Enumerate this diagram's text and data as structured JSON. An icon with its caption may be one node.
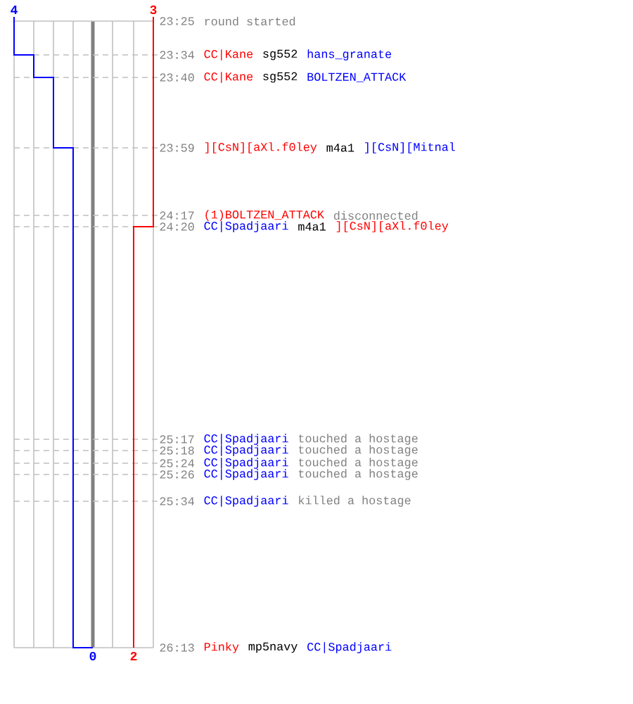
{
  "diagram": {
    "labels": [
      "4",
      "3",
      "23:25",
      "round started",
      "23:34",
      "CC|Kane",
      "sg552",
      "hans_granate",
      "23:40",
      "CC|Kane",
      "sg552",
      "BOLTZEN_ATTACK",
      "23:59",
      "][CsN][aXl.f0ley",
      "m4a1",
      "][CsN][Mitnal",
      "24:17",
      "(1)BOLTZEN_ATTACK",
      "disconnected",
      "24:20",
      "CC|Spadjaari",
      "m4a1",
      "][CsN][aXl.f0ley",
      "25:17",
      "CC|Spadjaari",
      "touched a hostage",
      "25:18",
      "CC|Spadjaari",
      "touched a hostage",
      "25:24",
      "CC|Spadjaari",
      "touched a hostage",
      "25:26",
      "CC|Spadjaari",
      "touched a hostage",
      "25:34",
      "CC|Spadjaari",
      "killed a hostage",
      "26:13",
      "Pinky",
      "mp5navy",
      "CC|Spadjaari",
      "0",
      "2"
    ]
  }
}
